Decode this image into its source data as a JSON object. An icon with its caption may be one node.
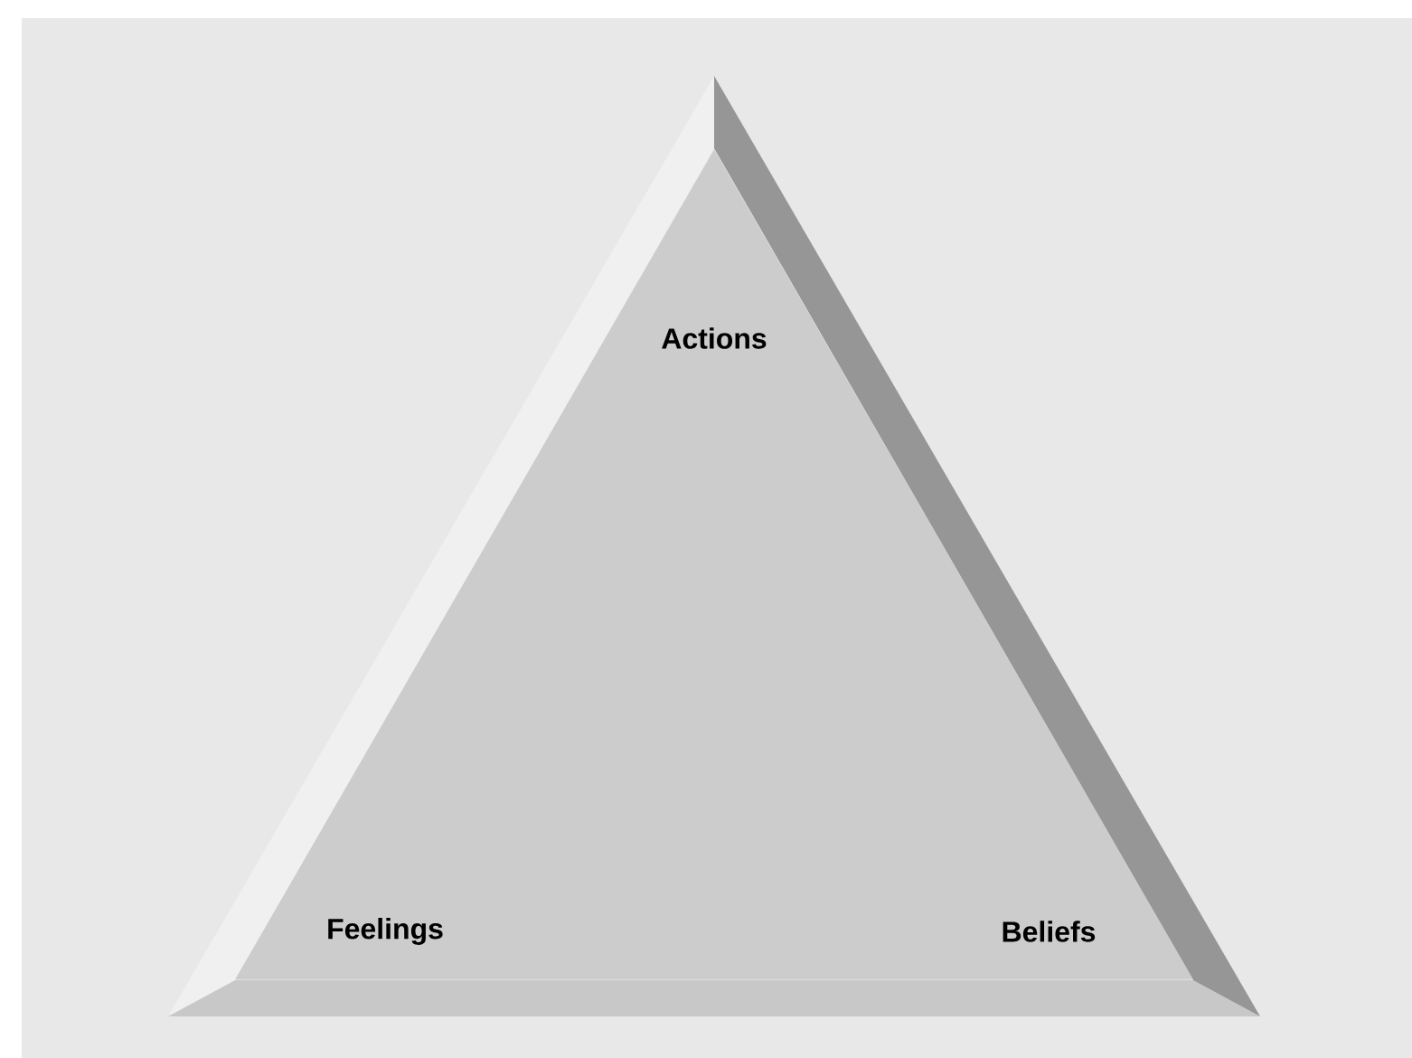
{
  "diagram": {
    "nodes": [
      {
        "text": [
          "Actions",
          "Feelings",
          "Beliefs"
        ]
      }
    ]
  }
}
